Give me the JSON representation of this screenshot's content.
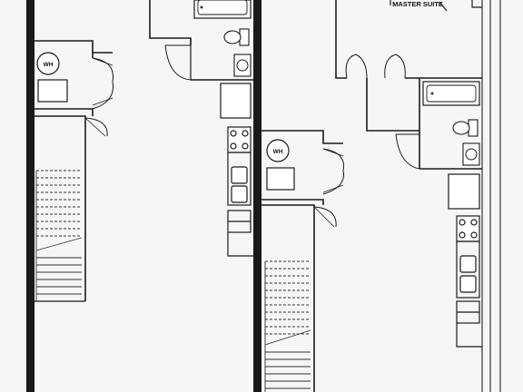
{
  "labels": {
    "water_heater_left": "WH",
    "water_heater_right": "WH",
    "master_suite": "MASTER SUITE"
  },
  "colors": {
    "background": "#f6f6f6",
    "wall": "#1a1a1a",
    "thin_line": "#333333",
    "fixture_fill": "#ffffff"
  }
}
